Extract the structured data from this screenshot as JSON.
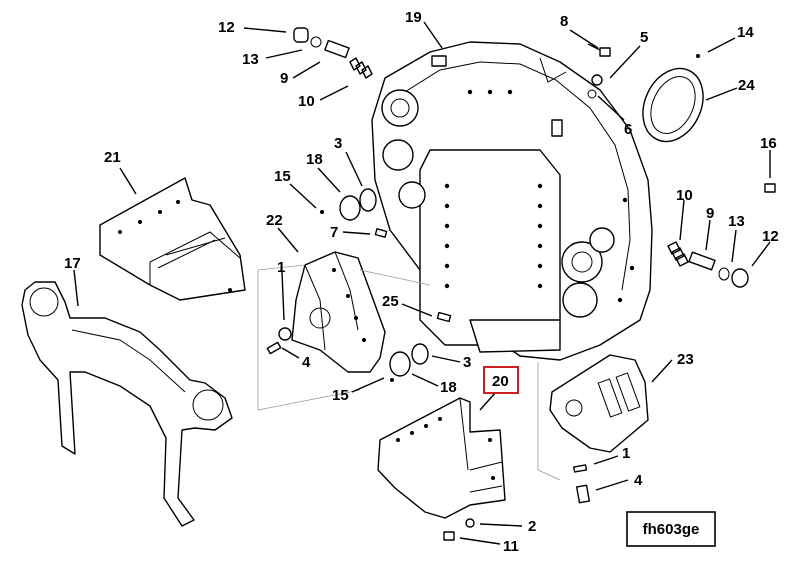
{
  "figure_id": "fh603ge",
  "highlight_color": "#cc1f1f",
  "callouts": [
    {
      "id": "c12a",
      "text": "12"
    },
    {
      "id": "c13a",
      "text": "13"
    },
    {
      "id": "c9a",
      "text": "9"
    },
    {
      "id": "c10a",
      "text": "10"
    },
    {
      "id": "c19",
      "text": "19"
    },
    {
      "id": "c8",
      "text": "8"
    },
    {
      "id": "c5",
      "text": "5"
    },
    {
      "id": "c6",
      "text": "6"
    },
    {
      "id": "c14",
      "text": "14"
    },
    {
      "id": "c24",
      "text": "24"
    },
    {
      "id": "c21",
      "text": "21"
    },
    {
      "id": "c3a",
      "text": "3"
    },
    {
      "id": "c18a",
      "text": "18"
    },
    {
      "id": "c15a",
      "text": "15"
    },
    {
      "id": "c16",
      "text": "16"
    },
    {
      "id": "c7",
      "text": "7"
    },
    {
      "id": "c22",
      "text": "22"
    },
    {
      "id": "c10b",
      "text": "10"
    },
    {
      "id": "c9b",
      "text": "9"
    },
    {
      "id": "c13b",
      "text": "13"
    },
    {
      "id": "c12b",
      "text": "12"
    },
    {
      "id": "c17",
      "text": "17"
    },
    {
      "id": "c1a",
      "text": "1"
    },
    {
      "id": "c25",
      "text": "25"
    },
    {
      "id": "c4a",
      "text": "4"
    },
    {
      "id": "c3b",
      "text": "3"
    },
    {
      "id": "c20",
      "text": "20",
      "highlighted": true
    },
    {
      "id": "c15b",
      "text": "15"
    },
    {
      "id": "c18b",
      "text": "18"
    },
    {
      "id": "c23",
      "text": "23"
    },
    {
      "id": "c1b",
      "text": "1"
    },
    {
      "id": "c4b",
      "text": "4"
    },
    {
      "id": "c2",
      "text": "2"
    },
    {
      "id": "c11",
      "text": "11"
    }
  ]
}
